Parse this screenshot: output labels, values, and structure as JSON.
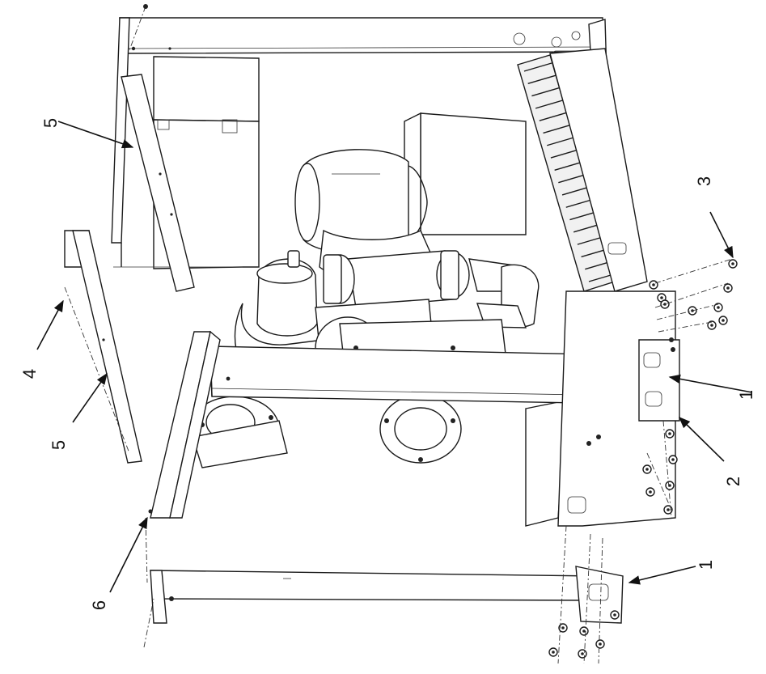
{
  "callouts": [
    {
      "id": "c1a",
      "label": "1"
    },
    {
      "id": "c1b",
      "label": "1"
    },
    {
      "id": "c2",
      "label": "2"
    },
    {
      "id": "c3",
      "label": "3"
    },
    {
      "id": "c4",
      "label": "4"
    },
    {
      "id": "c5a",
      "label": "5"
    },
    {
      "id": "c5b",
      "label": "5"
    },
    {
      "id": "c6",
      "label": "6"
    }
  ],
  "colors": {
    "ink": "#1a1a1a",
    "paper": "#ffffff"
  }
}
